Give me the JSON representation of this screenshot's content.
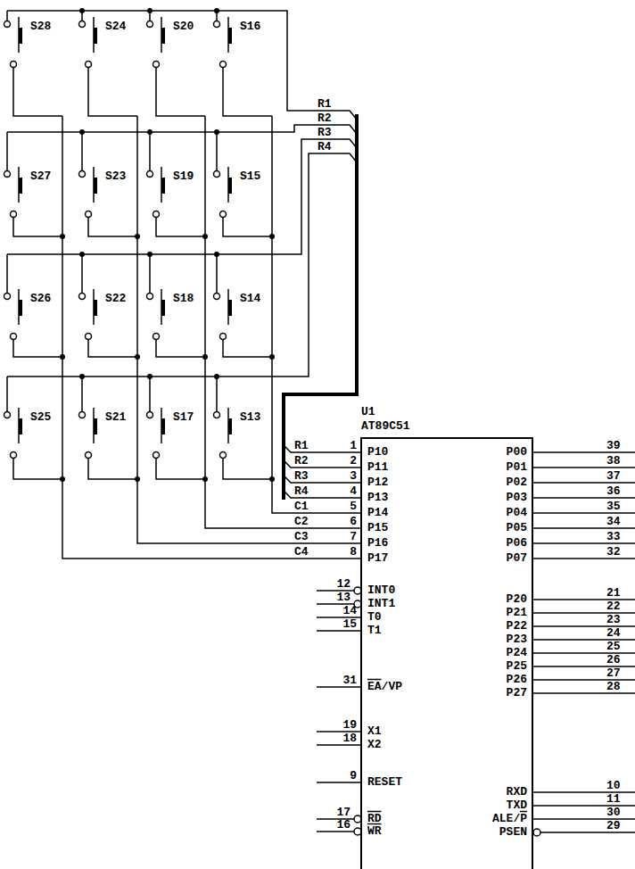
{
  "diagram": {
    "nodes": [
      {
        "text": [
          "U1",
          "AT89C51"
        ]
      }
    ],
    "labels": [
      "S28",
      "S24",
      "S20",
      "S16",
      "R1",
      "R2",
      "R3",
      "R4",
      "S27",
      "S23",
      "S19",
      "S15",
      "S26",
      "S22",
      "S18",
      "S14",
      "S25",
      "S21",
      "S17",
      "S13",
      "R1",
      "1",
      "P10",
      "R2",
      "2",
      "P11",
      "R3",
      "3",
      "P12",
      "R4",
      "4",
      "P13",
      "C1",
      "5",
      "P14",
      "C2",
      "6",
      "P15",
      "C3",
      "7",
      "P16",
      "C4",
      "8",
      "P17",
      "12",
      "INT0",
      "13",
      "INT1",
      "14",
      "T0",
      "15",
      "T1",
      "31",
      "EA/VP",
      "19",
      "X1",
      "18",
      "X2",
      "9",
      "RESET",
      "17",
      "RD",
      "16",
      "WR",
      "P00",
      "39",
      "P01",
      "38",
      "P02",
      "37",
      "P03",
      "36",
      "P04",
      "35",
      "P05",
      "34",
      "P06",
      "33",
      "P07",
      "32",
      "P20",
      "21",
      "P21",
      "22",
      "P22",
      "23",
      "P23",
      "24",
      "P24",
      "25",
      "P25",
      "26",
      "P26",
      "27",
      "P27",
      "28",
      "RXD",
      "10",
      "TXD",
      "11",
      "ALE/P",
      "30",
      "PSEN",
      "29"
    ]
  }
}
